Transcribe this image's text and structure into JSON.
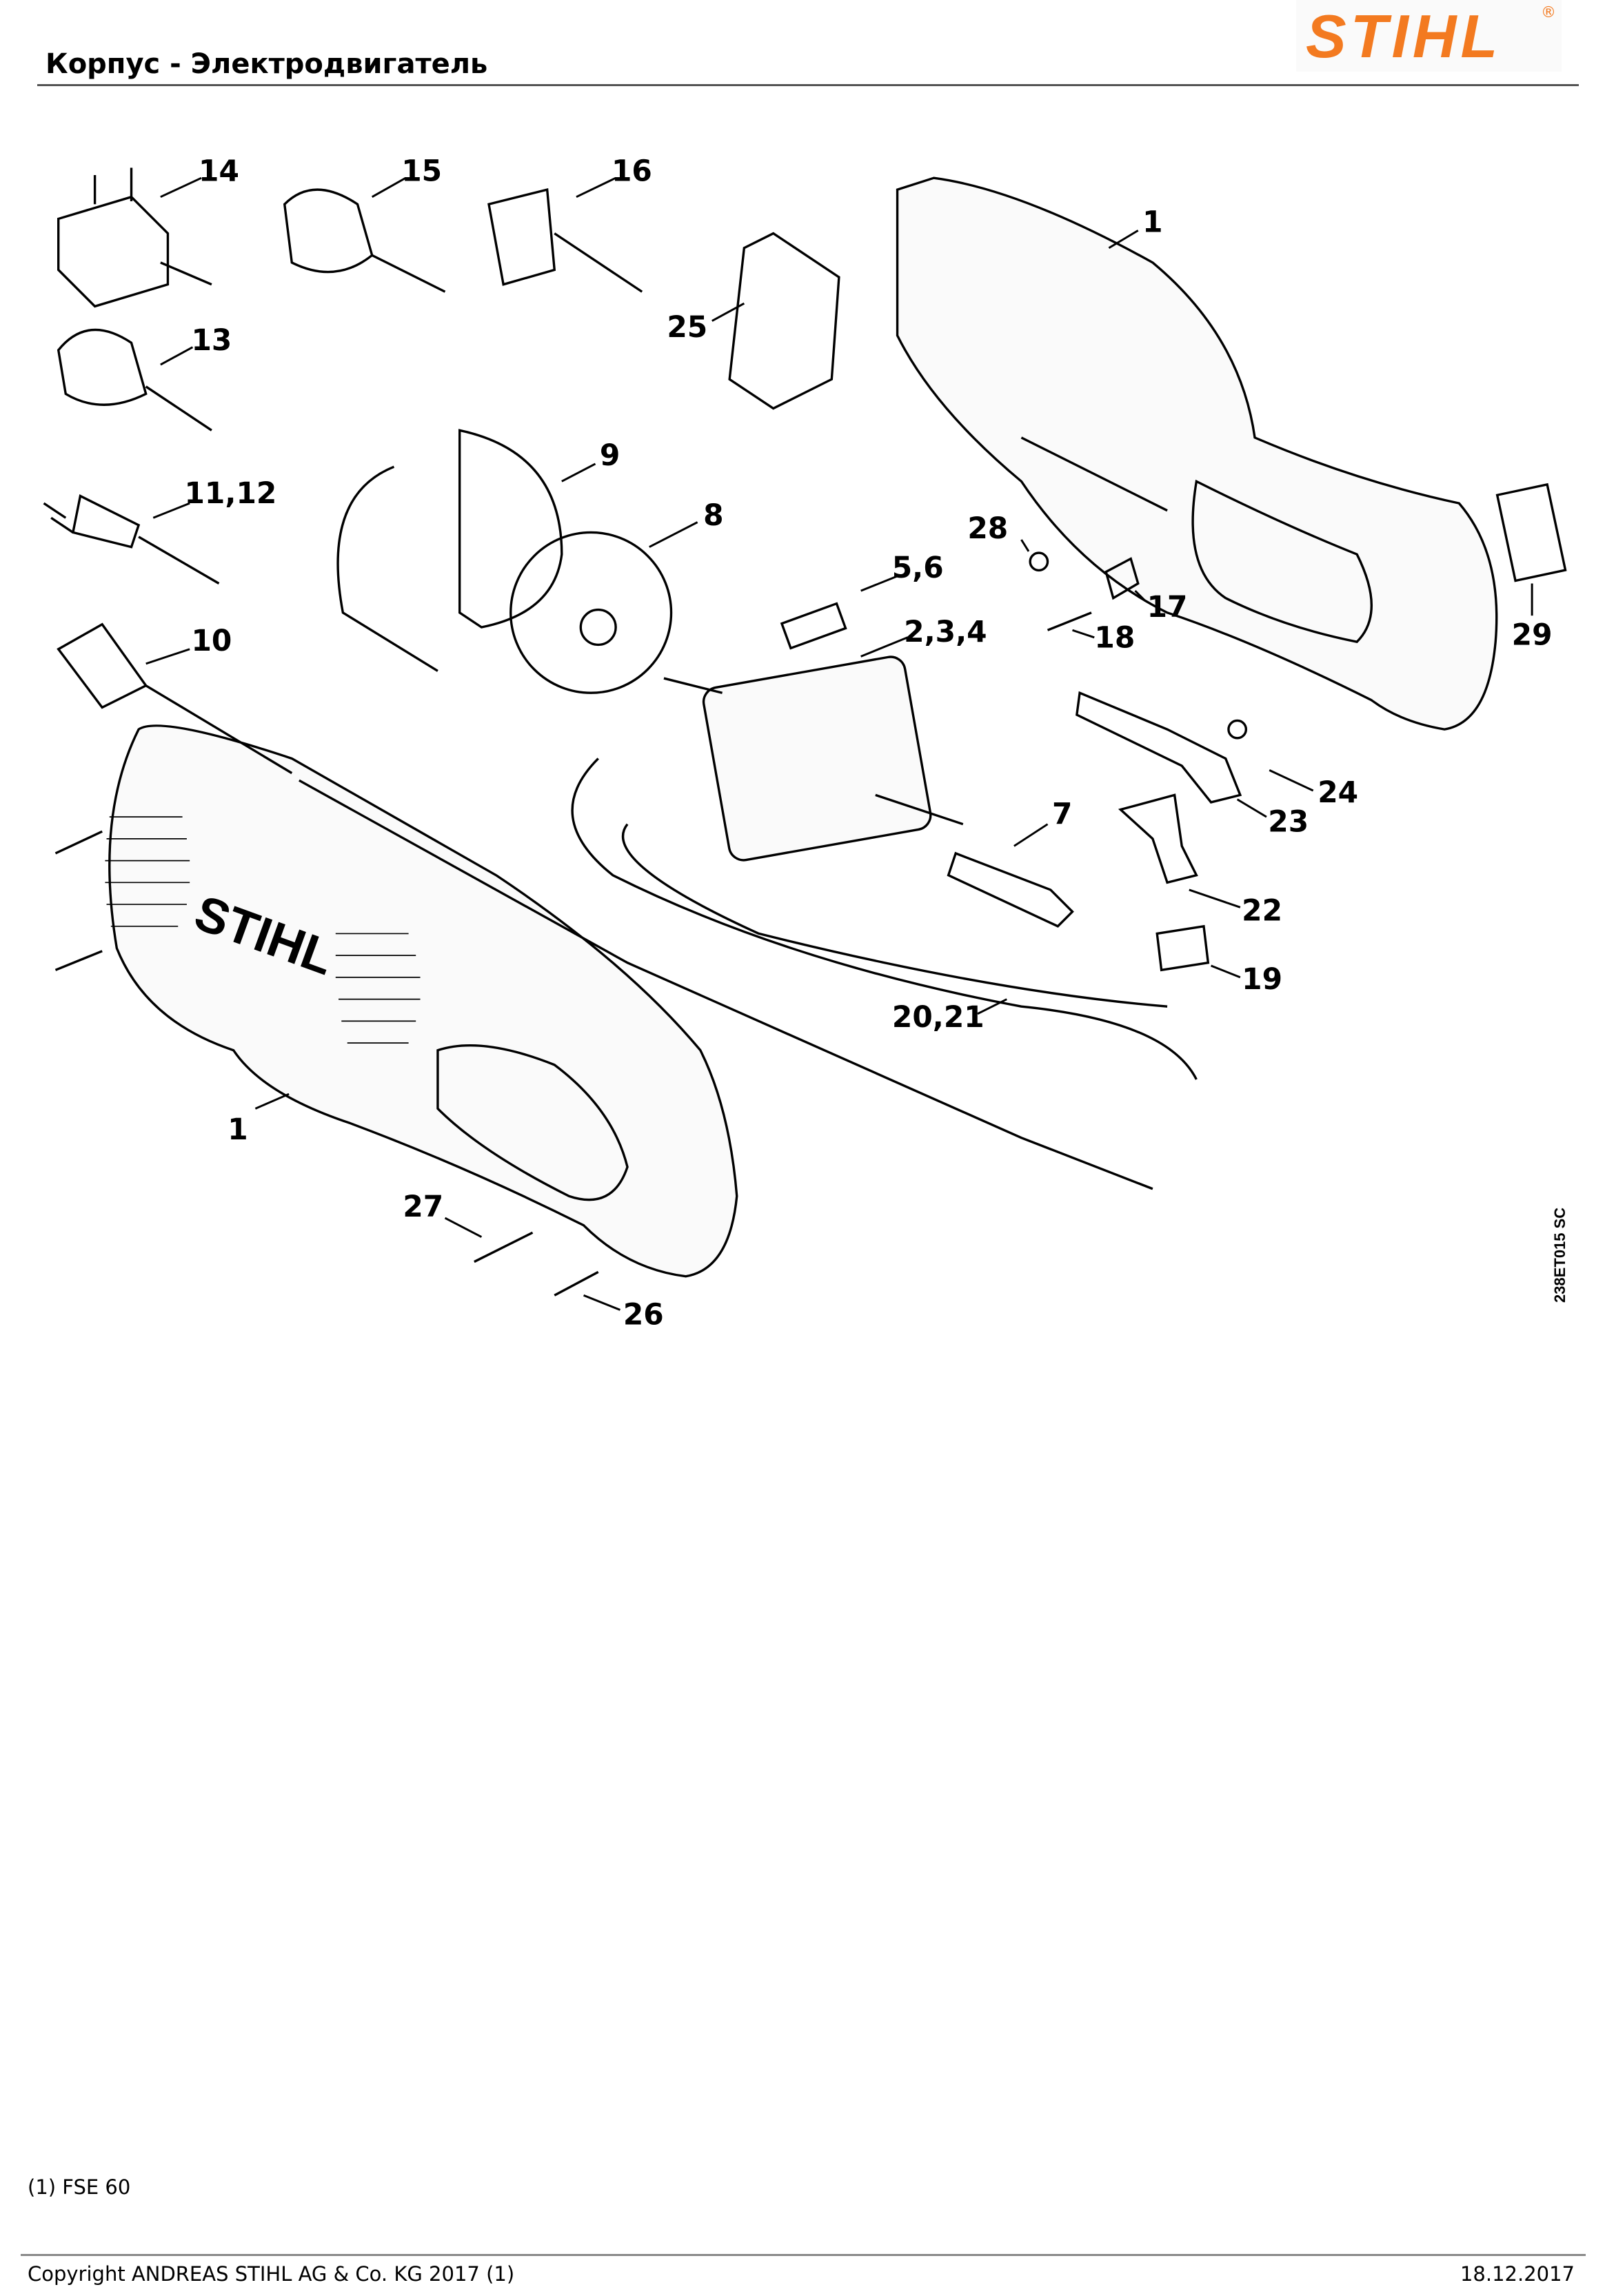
{
  "header": {
    "title": "Корпус - Электродвигатель",
    "logo": "STIHL",
    "logo_mark": "®"
  },
  "diagram": {
    "callouts": [
      "14",
      "15",
      "16",
      "1",
      "25",
      "13",
      "9",
      "11,12",
      "8",
      "28",
      "5,6",
      "2,3,4",
      "17",
      "18",
      "29",
      "10",
      "24",
      "23",
      "7",
      "22",
      "19",
      "20,21",
      "1",
      "27",
      "26"
    ],
    "housing_logo": "STIHL",
    "drawing_code": "238ET015 SC"
  },
  "footer": {
    "note": "(1) FSE 60",
    "copyright": "Copyright ANDREAS STIHL AG & Co. KG 2017 (1)",
    "date": "18.12.2017"
  },
  "colors": {
    "brand": "#f37a20"
  }
}
